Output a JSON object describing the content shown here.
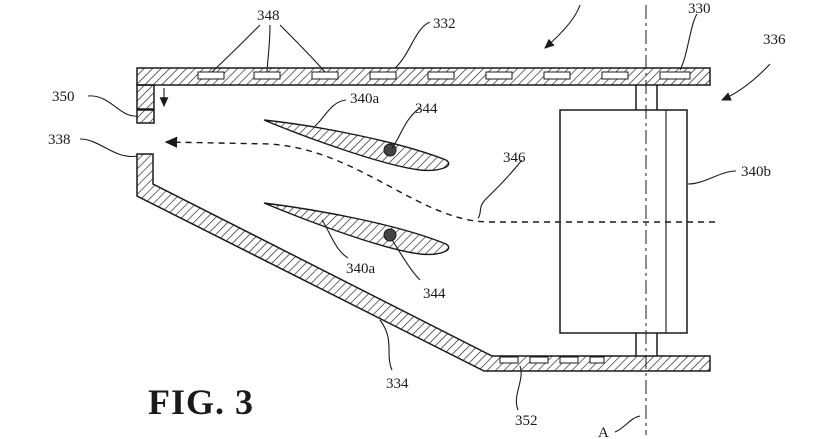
{
  "figure": {
    "title": "FIG. 3",
    "labels": {
      "l348": "348",
      "l332": "332",
      "l330": "330",
      "l336": "336",
      "l350": "350",
      "l338": "338",
      "l340a_top": "340a",
      "l344_top": "344",
      "l346": "346",
      "l340b": "340b",
      "l340a_bottom": "340a",
      "l344_bottom": "344",
      "l334": "334",
      "l352": "352",
      "lA": "A"
    }
  }
}
